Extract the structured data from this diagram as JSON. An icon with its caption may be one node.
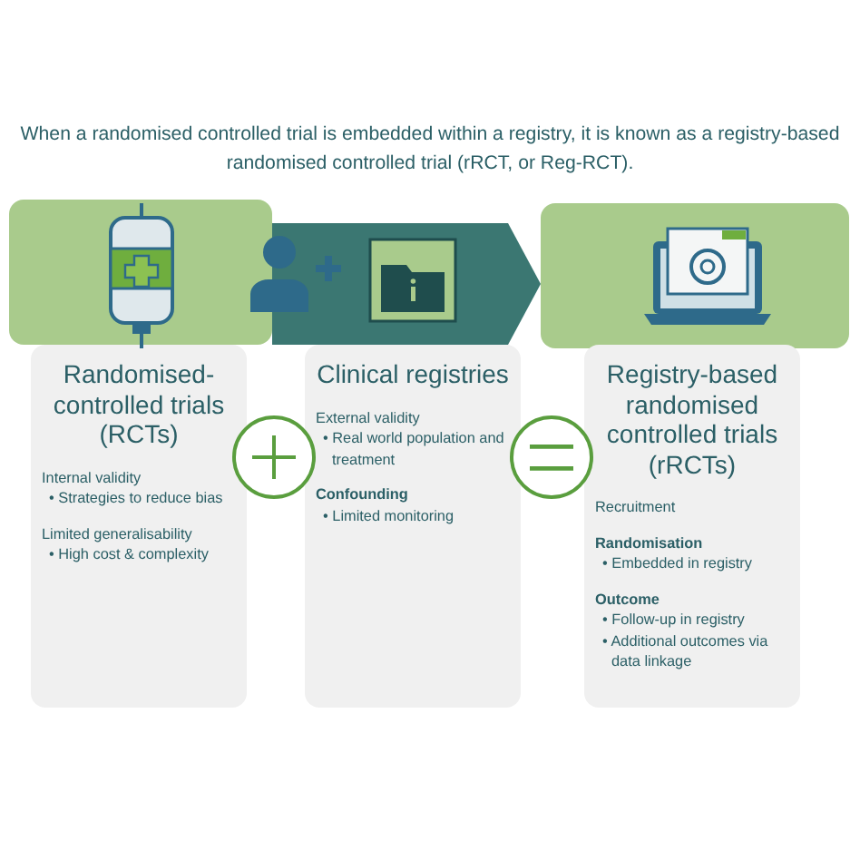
{
  "diagram": {
    "title": "When a randomised controlled trial is embedded within a registry, it is known as a registry-based randomised controlled trial (rRCT, or Reg-RCT).",
    "nodes": [
      {
        "text": [
          "Randomised-controlled trials (RCTs)",
          "Internal validity",
          "• Strategies to reduce bias",
          "Limited generalisability",
          "• High cost & complexity"
        ]
      },
      {
        "text": [
          "Clinical registries",
          "External validity",
          "• Real world population and treatment",
          "**Confounding**",
          "• Limited monitoring"
        ]
      },
      {
        "text": [
          "Registry-based randomised controlled trials (rRCTs)",
          "Recruitment",
          "**Randomisation**",
          "• Embedded in registry",
          "**Outcome**",
          "• Follow-up in registry",
          "• Additional outcomes via data linkage"
        ]
      }
    ],
    "edges": [
      {
        "from": 0,
        "to": 2,
        "arrow": "to"
      }
    ]
  }
}
